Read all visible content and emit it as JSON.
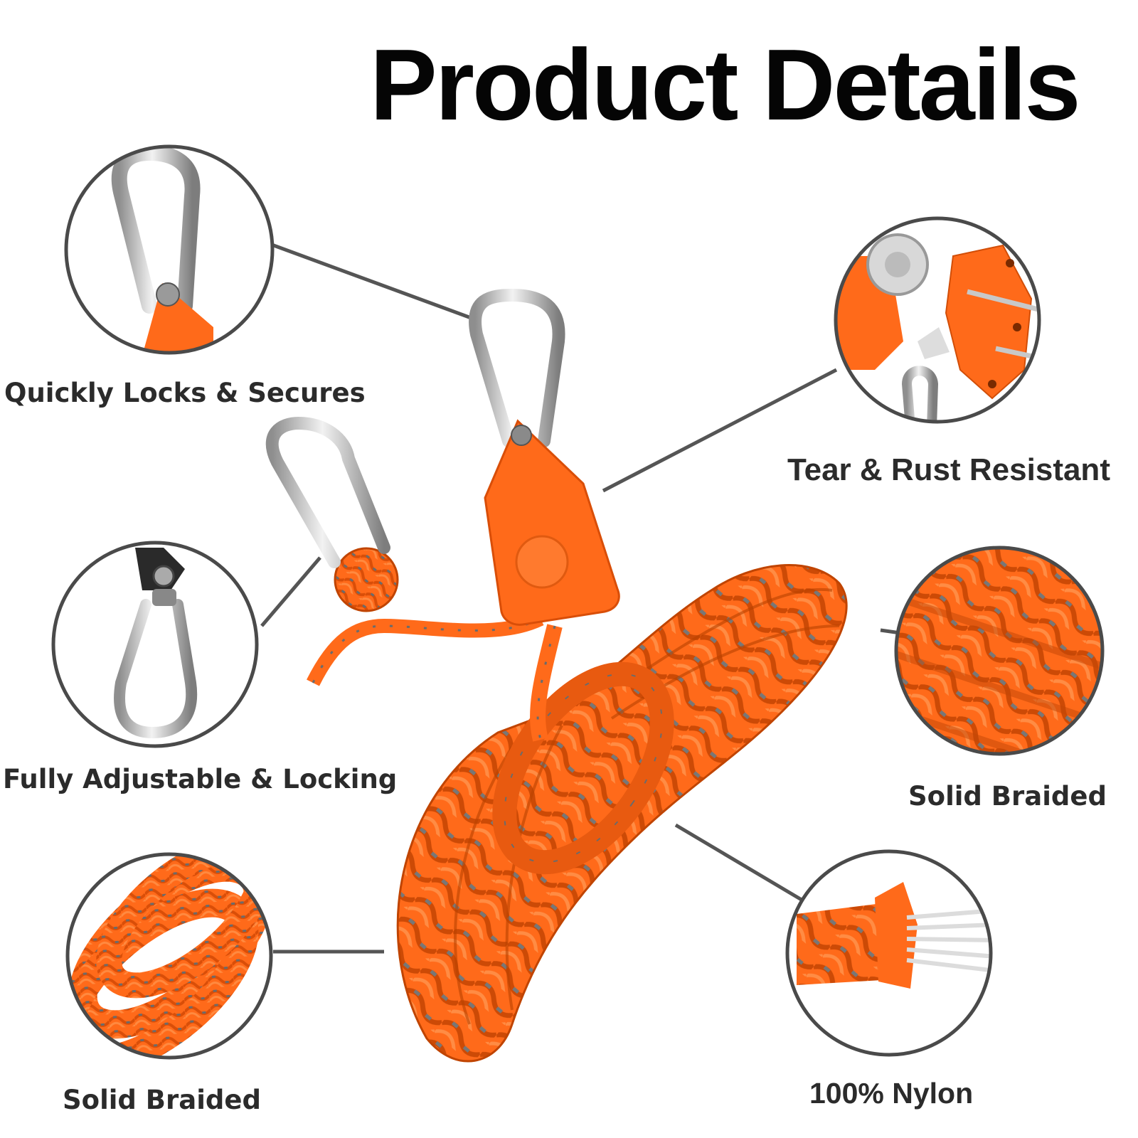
{
  "title": "Product Details",
  "features": {
    "top_left": "Quickly Locks & Secures",
    "top_right": "Tear & Rust Resistant",
    "mid_left": "Fully Adjustable & Locking",
    "mid_right": "Solid Braided",
    "bottom_left": "Solid Braided",
    "bottom_right": "100% Nylon"
  },
  "colors": {
    "rope_orange": "#ff6a1a",
    "rope_dark": "#d94e08",
    "fleck_gray": "#6b6b6b",
    "metal": "#c9c9c9",
    "circle_border": "#4a4a4a",
    "text": "#2b2b2b"
  }
}
